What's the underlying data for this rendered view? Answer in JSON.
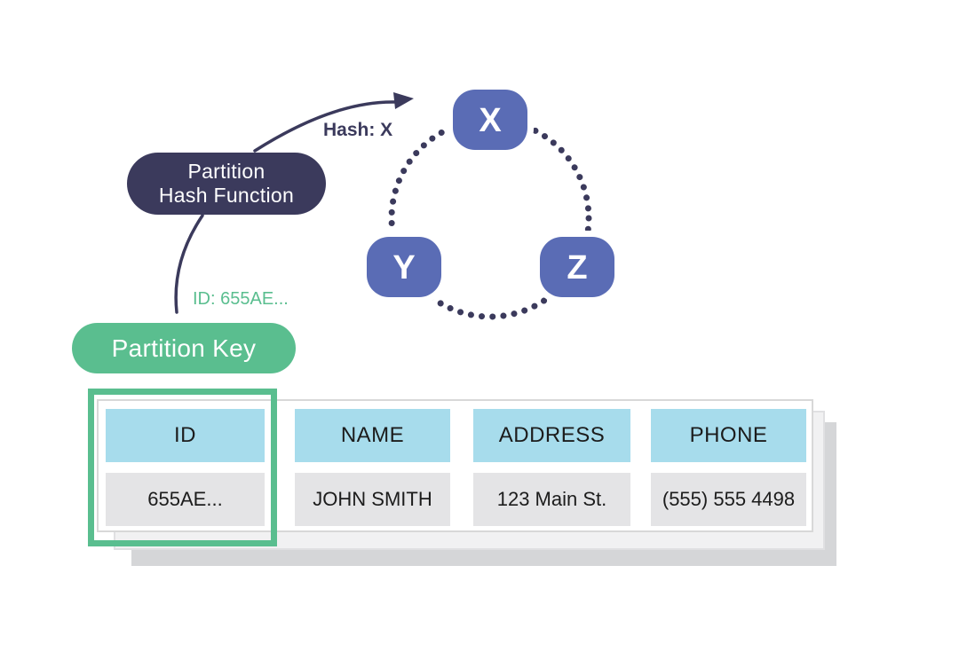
{
  "colors": {
    "navy": "#3b3a5c",
    "nodeBlue": "#5a6cb5",
    "green": "#5abe8f",
    "headerBlue": "#a7dcec",
    "cellGray": "#e4e4e6",
    "cardBorder": "#d8d8d8",
    "sheet2": "#f1f1f2",
    "sheet3": "#d5d6d8",
    "textDark": "#1c1c1c"
  },
  "flow": {
    "partition_key_label": "Partition Key",
    "hash_function_line1": "Partition",
    "hash_function_line2": "Hash Function",
    "id_value_label": "ID: 655AE...",
    "hash_result_label": "Hash: X"
  },
  "ring": {
    "nodes": [
      {
        "label": "X"
      },
      {
        "label": "Y"
      },
      {
        "label": "Z"
      }
    ]
  },
  "table": {
    "columns": [
      {
        "header": "ID",
        "value": "655AE...",
        "highlighted": true
      },
      {
        "header": "NAME",
        "value": "JOHN SMITH",
        "highlighted": false
      },
      {
        "header": "ADDRESS",
        "value": "123 Main St.",
        "highlighted": false
      },
      {
        "header": "PHONE",
        "value": "(555) 555 4498",
        "highlighted": false
      }
    ]
  }
}
